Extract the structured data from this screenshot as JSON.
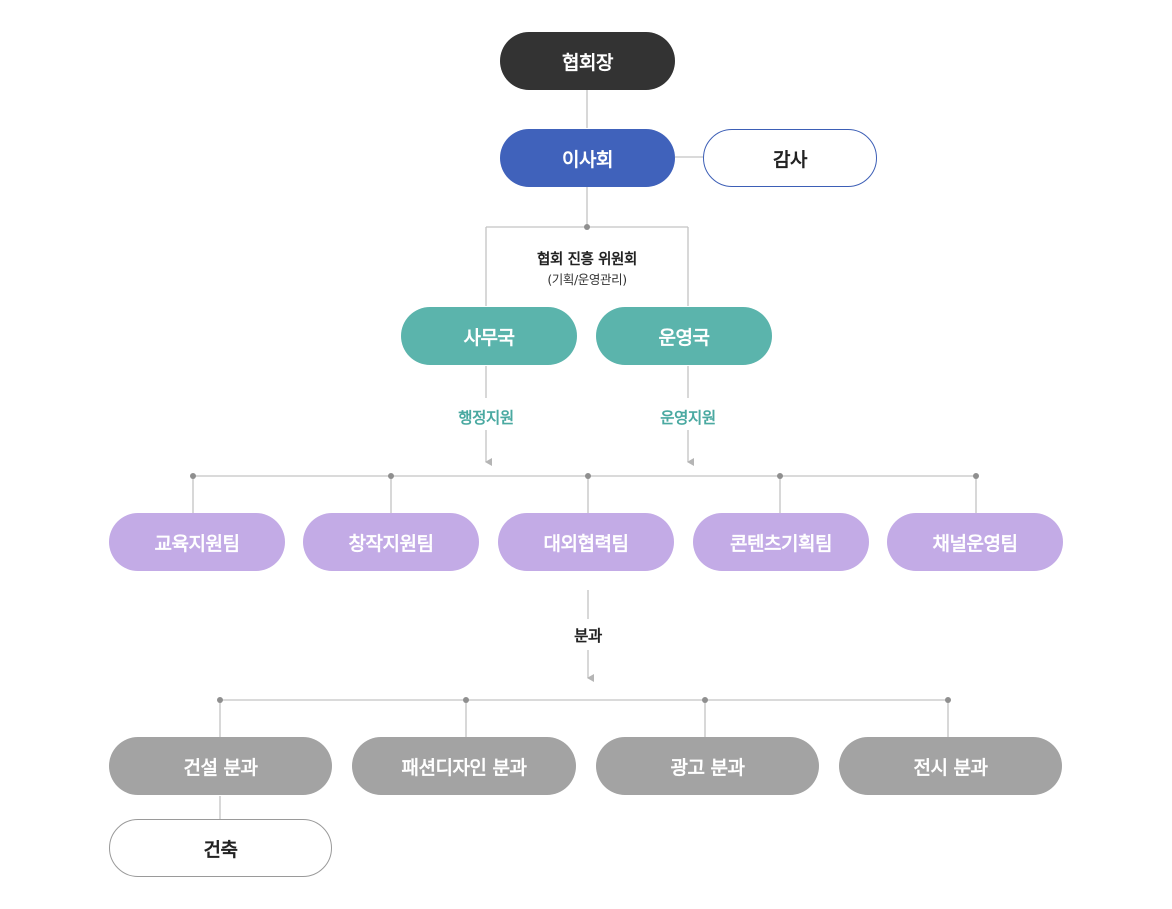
{
  "president": "협회장",
  "board": "이사회",
  "auditor": "감사",
  "committee": {
    "title": "협회 진흥 위원회",
    "subtitle": "(기획/운영관리)"
  },
  "offices": [
    {
      "name": "사무국",
      "support": "행정지원"
    },
    {
      "name": "운영국",
      "support": "운영지원"
    }
  ],
  "teams": [
    "교육지원팀",
    "창작지원팀",
    "대외협력팀",
    "콘텐츠기획팀",
    "채널운영팀"
  ],
  "subcommittee_label": "분과",
  "subcommittees": [
    "건설 분과",
    "패션디자인 분과",
    "광고 분과",
    "전시 분과"
  ],
  "construction_child": "건축",
  "colors": {
    "president": "#333333",
    "board": "#4062bb",
    "offices": "#5bb4ac",
    "teams": "#c3abe6",
    "subcommittees": "#a3a3a3",
    "connector": "#c4c4c4"
  }
}
